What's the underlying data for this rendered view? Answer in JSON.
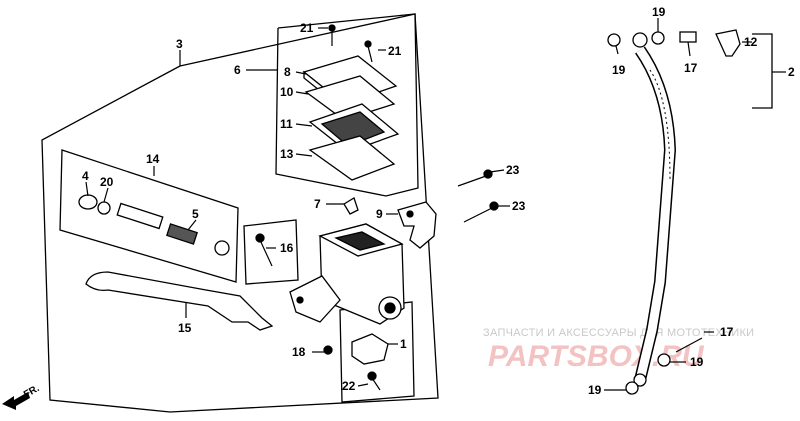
{
  "callouts": {
    "c1": "1",
    "c2": "2",
    "c3": "3",
    "c4": "4",
    "c5": "5",
    "c6": "6",
    "c7": "7",
    "c8": "8",
    "c9": "9",
    "c10": "10",
    "c11": "11",
    "c12": "12",
    "c13": "13",
    "c14": "14",
    "c15": "15",
    "c16": "16",
    "c17a": "17",
    "c17b": "17",
    "c18": "18",
    "c19a": "19",
    "c19b": "19",
    "c19c": "19",
    "c19d": "19",
    "c20": "20",
    "c21a": "21",
    "c21b": "21",
    "c22": "22",
    "c23a": "23",
    "c23b": "23"
  },
  "direction": {
    "label": "FR."
  },
  "watermark": {
    "caption": "ЗАПЧАСТИ И АКСЕССУАРЫ ДЛЯ МОТОТЕХНИКИ",
    "logo": "PARTSBOX.RU"
  },
  "colors": {
    "ink": "#000000",
    "watermark_logo": "#f2b8b8",
    "watermark_caption": "#c9c9c9"
  }
}
